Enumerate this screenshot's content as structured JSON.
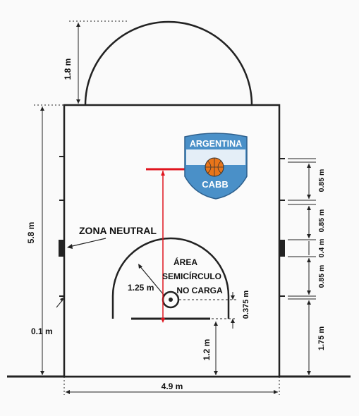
{
  "dimensions": {
    "arc_height": "1.8 m",
    "lane_length": "5.8 m",
    "lane_width": "4.9 m",
    "bottom_gap": "0.1 m",
    "rim_distance": "1.2 m",
    "rim_offset": "0.375 m",
    "semicircle_radius": "1.25 m",
    "right_bottom": "1.75 m",
    "right_mark_1": "0.85 m",
    "right_mark_2": "0.85 m",
    "right_mark_3": "0.4 m",
    "right_mark_4": "0.85 m"
  },
  "labels": {
    "neutral_zone": "ZONA NEUTRAL",
    "no_charge_line1": "ÁREA",
    "no_charge_line2": "SEMICÍRCULO",
    "no_charge_line3": "NO CARGA"
  },
  "logo": {
    "top": "ARGENTINA",
    "bottom": "CABB"
  },
  "colors": {
    "court_line": "#1a1a1a",
    "highlight": "#e0141e",
    "logo_blue": "#4a90c8",
    "logo_ball": "#e8751a"
  }
}
